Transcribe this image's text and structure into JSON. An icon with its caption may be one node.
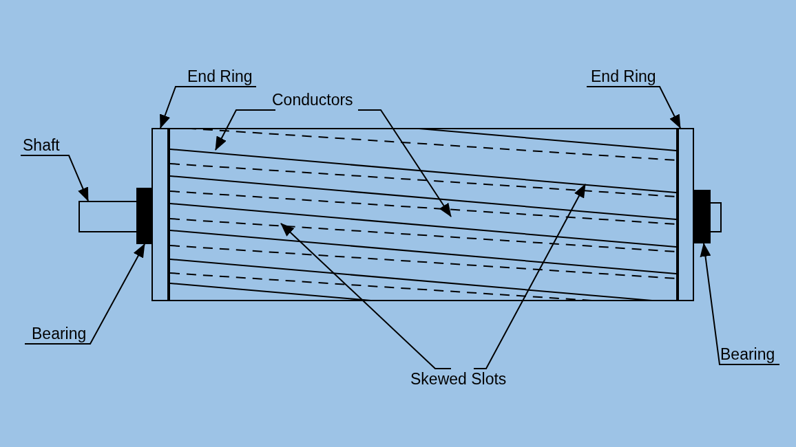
{
  "diagram": {
    "nodes": [
      {
        "text": [
          "End Ring"
        ]
      },
      {
        "text": [
          "Conductors"
        ]
      },
      {
        "text": [
          "End Ring"
        ]
      },
      {
        "text": [
          "Shaft"
        ]
      },
      {
        "text": [
          "Bearing"
        ]
      },
      {
        "text": [
          "Bearing"
        ]
      },
      {
        "text": [
          "Skewed Slots"
        ]
      },
      {
        "text": [],
        "shape": "box"
      },
      {
        "text": [],
        "shape": "bar"
      },
      {
        "text": [],
        "shape": "box"
      },
      {
        "text": [],
        "shape": "box"
      },
      {
        "text": [],
        "shape": "box"
      },
      {
        "text": [],
        "shape": "bar"
      }
    ],
    "edges": [
      {
        "from": 0,
        "to": 9,
        "arrow": "to"
      },
      {
        "from": 1,
        "to": 10,
        "arrow": "to"
      },
      {
        "from": 1,
        "to": 10,
        "arrow": "to"
      },
      {
        "from": 2,
        "to": 11,
        "arrow": "to"
      },
      {
        "from": 3,
        "to": 7,
        "arrow": "to"
      },
      {
        "from": 4,
        "to": 8,
        "arrow": "to"
      },
      {
        "from": 5,
        "to": 12,
        "arrow": "to"
      },
      {
        "from": 6,
        "to": 10,
        "arrow": "to"
      },
      {
        "from": 6,
        "to": 10,
        "arrow": "to"
      }
    ]
  }
}
